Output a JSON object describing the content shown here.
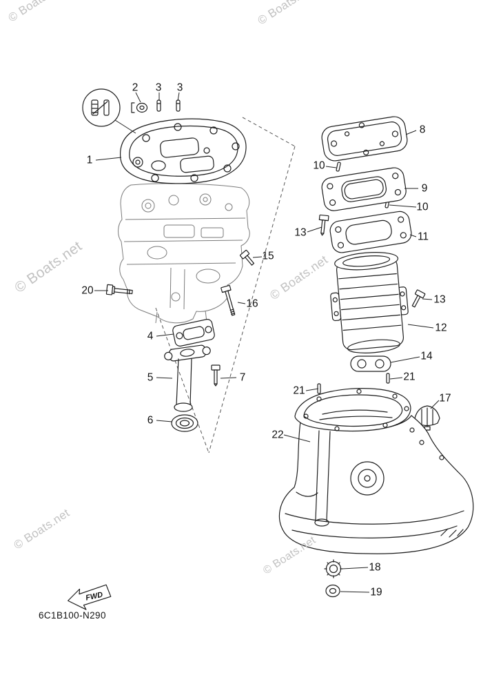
{
  "diagram": {
    "code": "6C1B100-N290",
    "fwd_label": "FWD",
    "watermark_text": "© Boats.net",
    "callouts": [
      {
        "label": "1"
      },
      {
        "label": "2"
      },
      {
        "label": "3"
      },
      {
        "label": "3"
      },
      {
        "label": "8"
      },
      {
        "label": "10"
      },
      {
        "label": "9"
      },
      {
        "label": "10"
      },
      {
        "label": "13"
      },
      {
        "label": "11"
      },
      {
        "label": "15"
      },
      {
        "label": "20"
      },
      {
        "label": "13"
      },
      {
        "label": "16"
      },
      {
        "label": "12"
      },
      {
        "label": "4"
      },
      {
        "label": "14"
      },
      {
        "label": "21"
      },
      {
        "label": "5"
      },
      {
        "label": "7"
      },
      {
        "label": "21"
      },
      {
        "label": "17"
      },
      {
        "label": "6"
      },
      {
        "label": "22"
      },
      {
        "label": "18"
      },
      {
        "label": "19"
      }
    ]
  }
}
